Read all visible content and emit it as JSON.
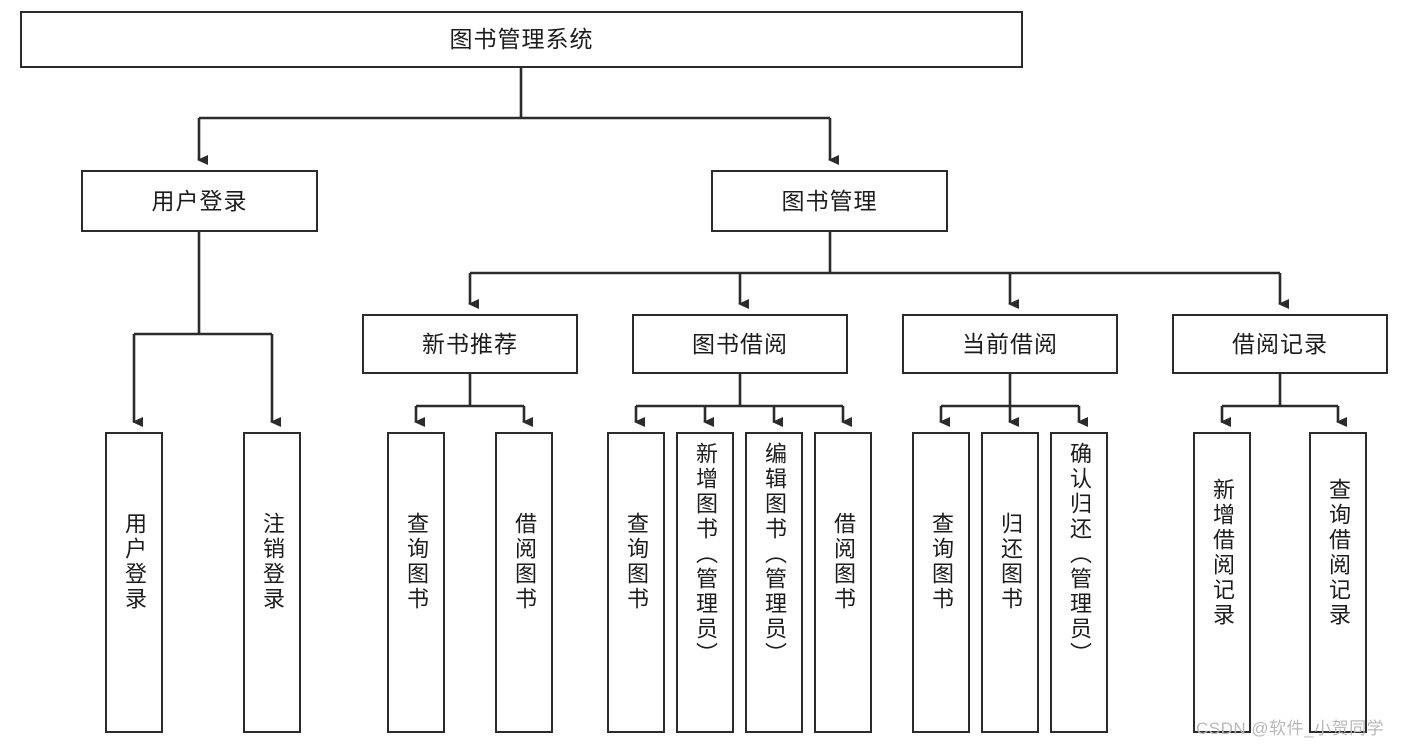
{
  "diagram": {
    "title": "图书管理系统",
    "type": "hierarchy-tree",
    "watermark": "CSDN @软件_小贺同学",
    "colors": {
      "box_border": "#2b2b2b",
      "box_fill": "#ffffff",
      "edge": "#2b2b2b",
      "text": "#1c1c1c",
      "watermark": "#b9b9b9"
    },
    "levels": {
      "root": {
        "id": "root",
        "label": "图书管理系统"
      },
      "level2": [
        {
          "id": "user-login",
          "label": "用户登录"
        },
        {
          "id": "book-manage",
          "label": "图书管理"
        }
      ],
      "level3": [
        {
          "id": "new-book-recommend",
          "label": "新书推荐",
          "parent": "book-manage"
        },
        {
          "id": "book-borrow",
          "label": "图书借阅",
          "parent": "book-manage"
        },
        {
          "id": "current-borrow",
          "label": "当前借阅",
          "parent": "book-manage"
        },
        {
          "id": "borrow-record",
          "label": "借阅记录",
          "parent": "book-manage"
        }
      ],
      "leaves": [
        {
          "id": "leaf-user-login",
          "label": "用户登录",
          "parent": "user-login"
        },
        {
          "id": "leaf-user-logout",
          "label": "注销登录",
          "parent": "user-login"
        },
        {
          "id": "leaf-query-book-1",
          "label": "查询图书",
          "parent": "new-book-recommend"
        },
        {
          "id": "leaf-borrow-book-1",
          "label": "借阅图书",
          "parent": "new-book-recommend"
        },
        {
          "id": "leaf-query-book-2",
          "label": "查询图书",
          "parent": "book-borrow"
        },
        {
          "id": "leaf-add-book",
          "label": "新增图书（管理员）",
          "parent": "book-borrow"
        },
        {
          "id": "leaf-edit-book",
          "label": "编辑图书（管理员）",
          "parent": "book-borrow"
        },
        {
          "id": "leaf-borrow-book-2",
          "label": "借阅图书",
          "parent": "book-borrow"
        },
        {
          "id": "leaf-query-book-3",
          "label": "查询图书",
          "parent": "current-borrow"
        },
        {
          "id": "leaf-return-book",
          "label": "归还图书",
          "parent": "current-borrow"
        },
        {
          "id": "leaf-confirm-return",
          "label": "确认归还（管理员）",
          "parent": "current-borrow"
        },
        {
          "id": "leaf-add-record",
          "label": "新增借阅记录",
          "parent": "borrow-record"
        },
        {
          "id": "leaf-query-record",
          "label": "查询借阅记录",
          "parent": "borrow-record"
        }
      ]
    }
  }
}
